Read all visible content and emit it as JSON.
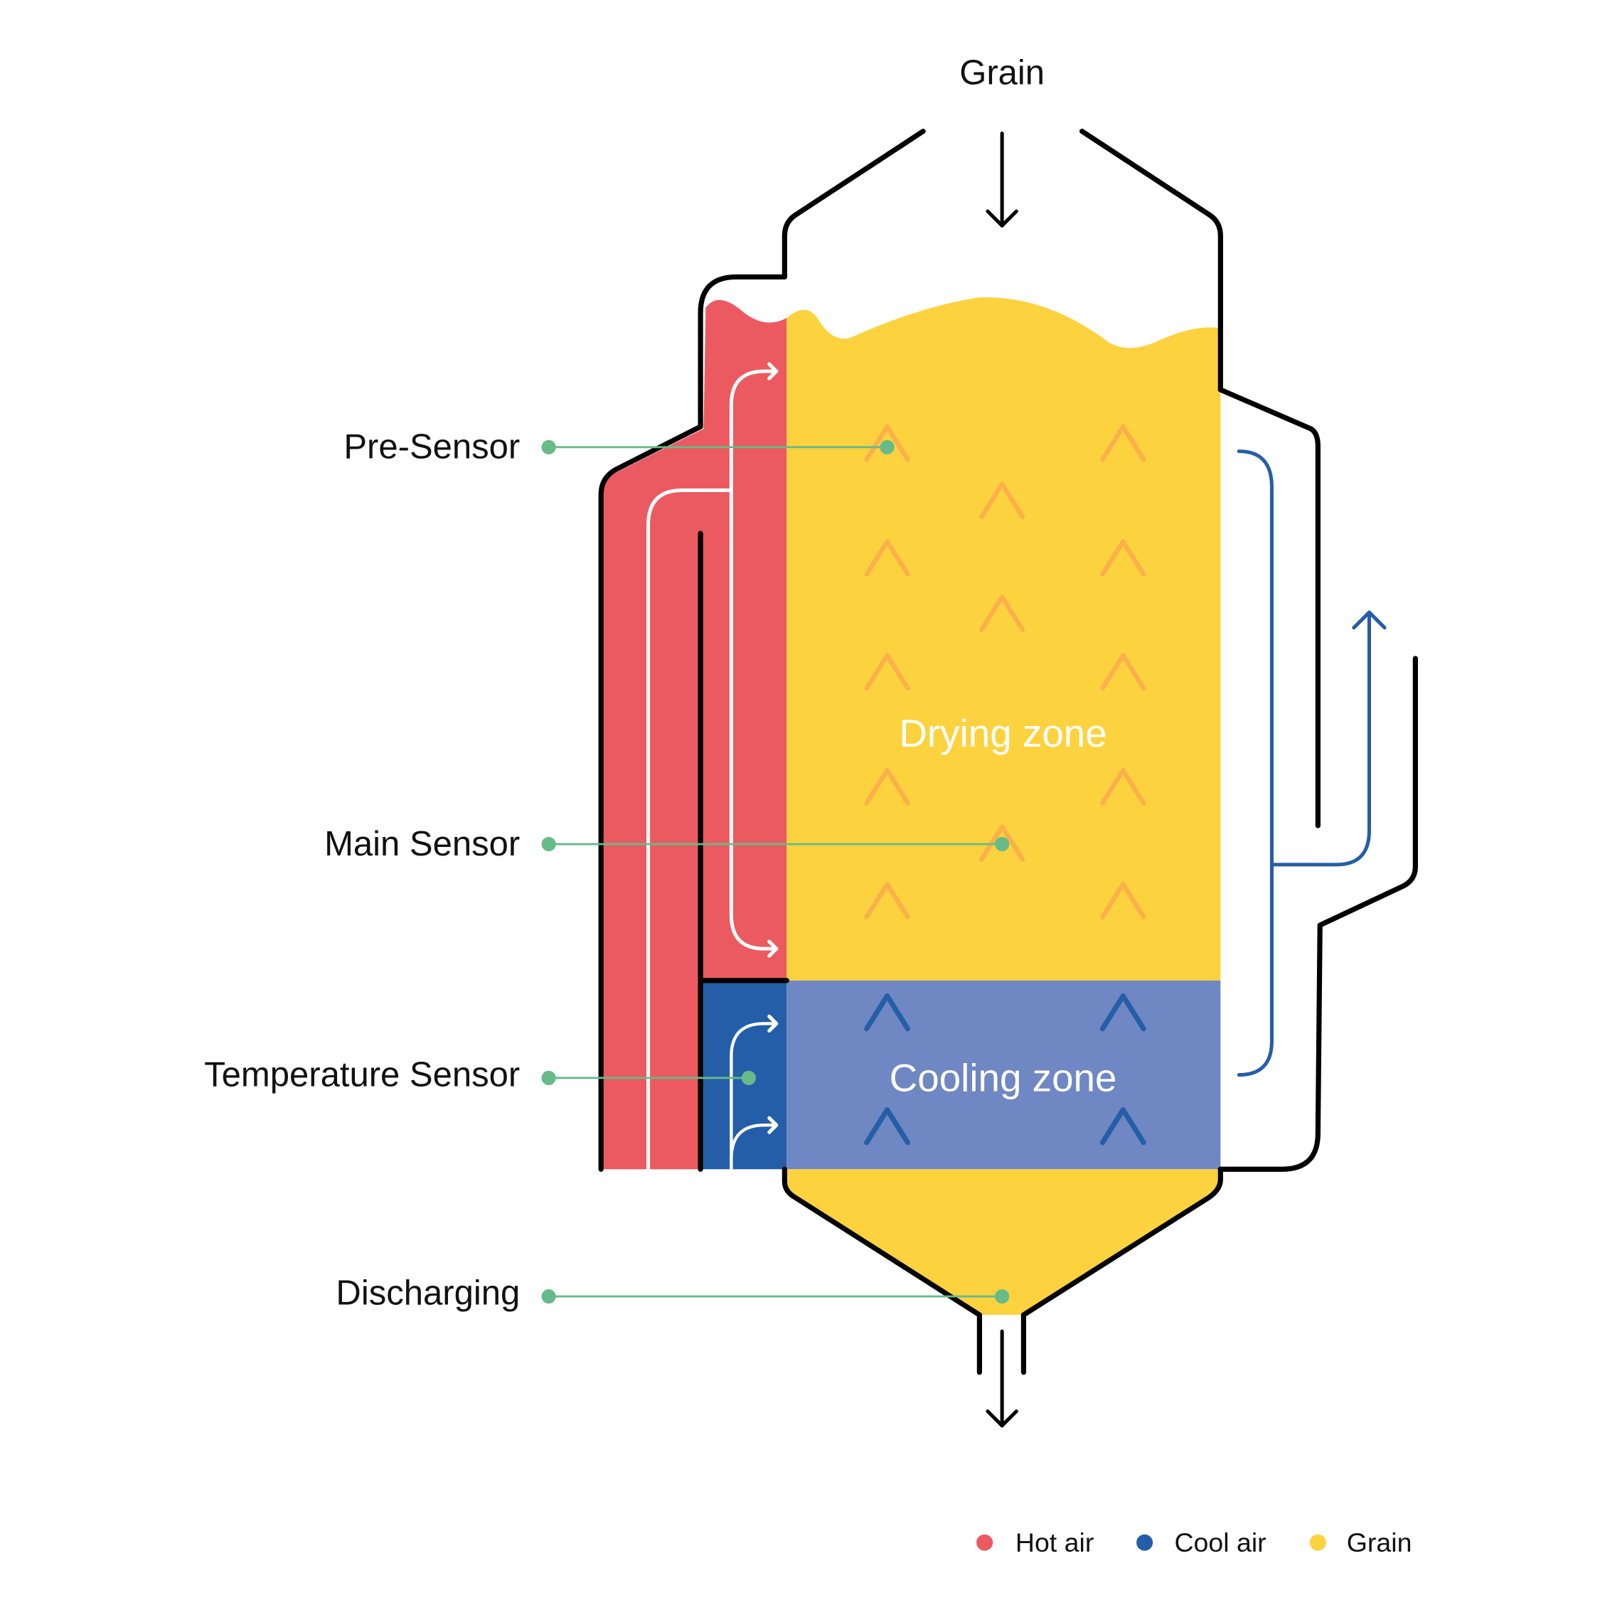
{
  "title": "Grain",
  "zones": {
    "drying": "Drying zone",
    "cooling": "Cooling zone"
  },
  "sensors": [
    {
      "label": "Pre-Sensor"
    },
    {
      "label": "Main Sensor"
    },
    {
      "label": "Temperature Sensor"
    },
    {
      "label": "Discharging"
    }
  ],
  "legend": [
    {
      "label": "Hot air",
      "color": "#eb5a60"
    },
    {
      "label": "Cool air",
      "color": "#255ea8"
    },
    {
      "label": "Grain",
      "color": "#fdd23f"
    }
  ],
  "colors": {
    "hot_air": "#eb5a60",
    "cool_air": "#255ea8",
    "grain": "#fdd23f",
    "cooling_zone": "#6f87c2",
    "airflow_chevron": "#fbb04a",
    "sensor": "#66bb88"
  }
}
